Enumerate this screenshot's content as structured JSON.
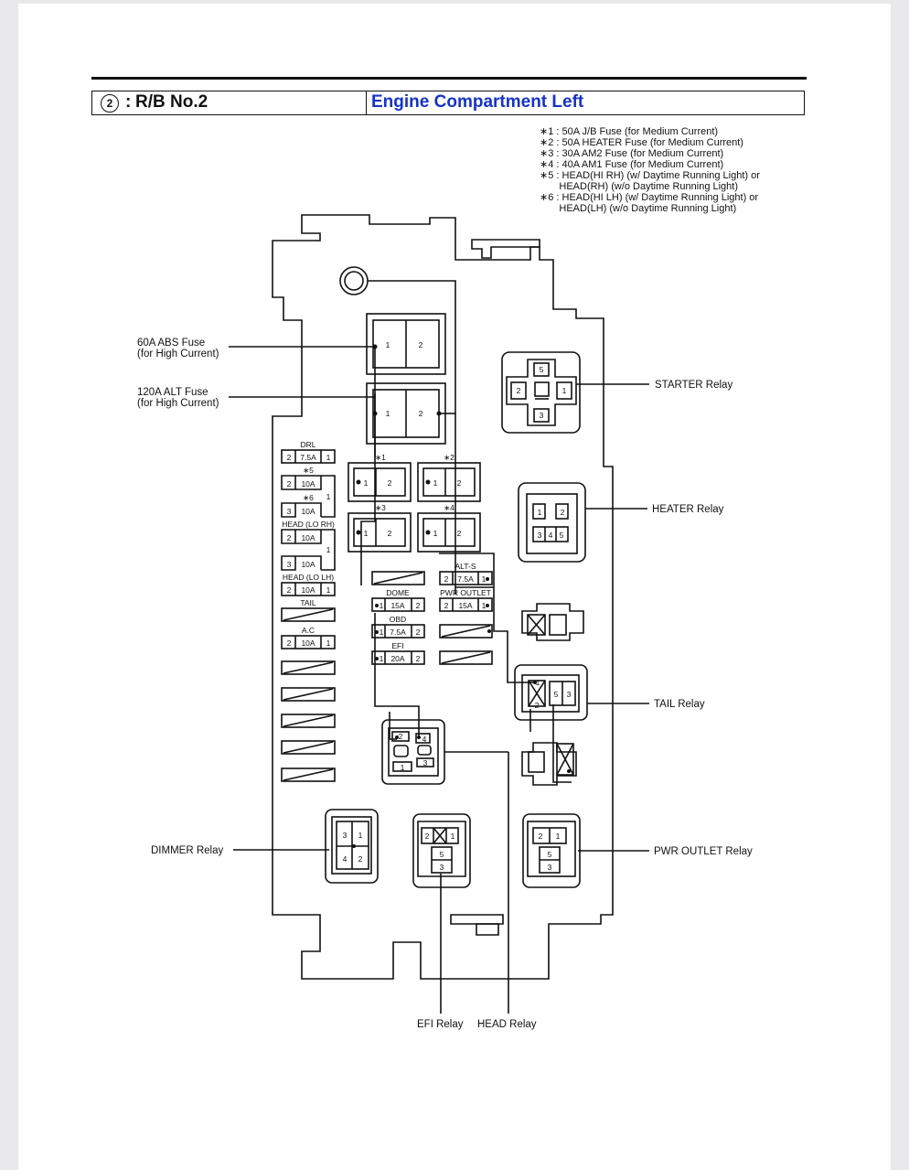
{
  "header": {
    "circle_number": "2",
    "separator": ":",
    "block_name": "R/B No.2",
    "location": "Engine Compartment Left"
  },
  "notes": [
    "∗1 : 50A J/B Fuse (for Medium Current)",
    "∗2 : 50A HEATER Fuse (for Medium Current)",
    "∗3 : 30A AM2 Fuse (for Medium Current)",
    "∗4 : 40A AM1 Fuse (for Medium Current)",
    "∗5 : HEAD(HI RH) (w/ Daytime Running Light) or",
    "       HEAD(RH) (w/o Daytime Running Light)",
    "∗6 : HEAD(HI LH) (w/ Daytime Running Light) or",
    "       HEAD(LH) (w/o Daytime Running Light)"
  ],
  "callouts": {
    "abs_fuse_line1": "60A ABS Fuse",
    "abs_fuse_line2": "(for High Current)",
    "alt_fuse_line1": "120A ALT Fuse",
    "alt_fuse_line2": "(for High Current)",
    "starter_relay": "STARTER Relay",
    "heater_relay": "HEATER Relay",
    "tail_relay": "TAIL Relay",
    "dimmer_relay": "DIMMER Relay",
    "pwr_outlet_relay": "PWR OUTLET Relay",
    "efi_relay": "EFI Relay",
    "head_relay": "HEAD Relay"
  },
  "fuses_left": {
    "drl_label": "DRL",
    "drl_rating": "7.5A",
    "star5_label": "∗5",
    "star5_rating": "10A",
    "star6_label": "∗6",
    "star6_rating": "10A",
    "head_lo_rh_label": "HEAD (LO RH)",
    "head_lo_rh_rating_a": "10A",
    "head_lo_rh_rating_b": "10A",
    "head_lo_lh_label": "HEAD (LO LH)",
    "head_lo_lh_rating": "10A",
    "tail_label": "TAIL",
    "ac_label": "A.C",
    "ac_rating": "10A"
  },
  "fuses_mid": {
    "star1": "∗1",
    "star2": "∗2",
    "star3": "∗3",
    "star4": "∗4",
    "alt_s_label": "ALT-S",
    "alt_s_rating": "7.5A",
    "dome_label": "DOME",
    "dome_rating": "15A",
    "pwr_outlet_label": "PWR OUTLET",
    "pwr_outlet_rating": "15A",
    "obd_label": "OBD",
    "obd_rating": "7.5A",
    "efi_label": "EFI",
    "efi_rating": "20A"
  },
  "pins": {
    "p1": "1",
    "p2": "2",
    "p3": "3",
    "p4": "4",
    "p5": "5"
  },
  "colors": {
    "title_blue": "#1533c7",
    "line": "#111111"
  }
}
